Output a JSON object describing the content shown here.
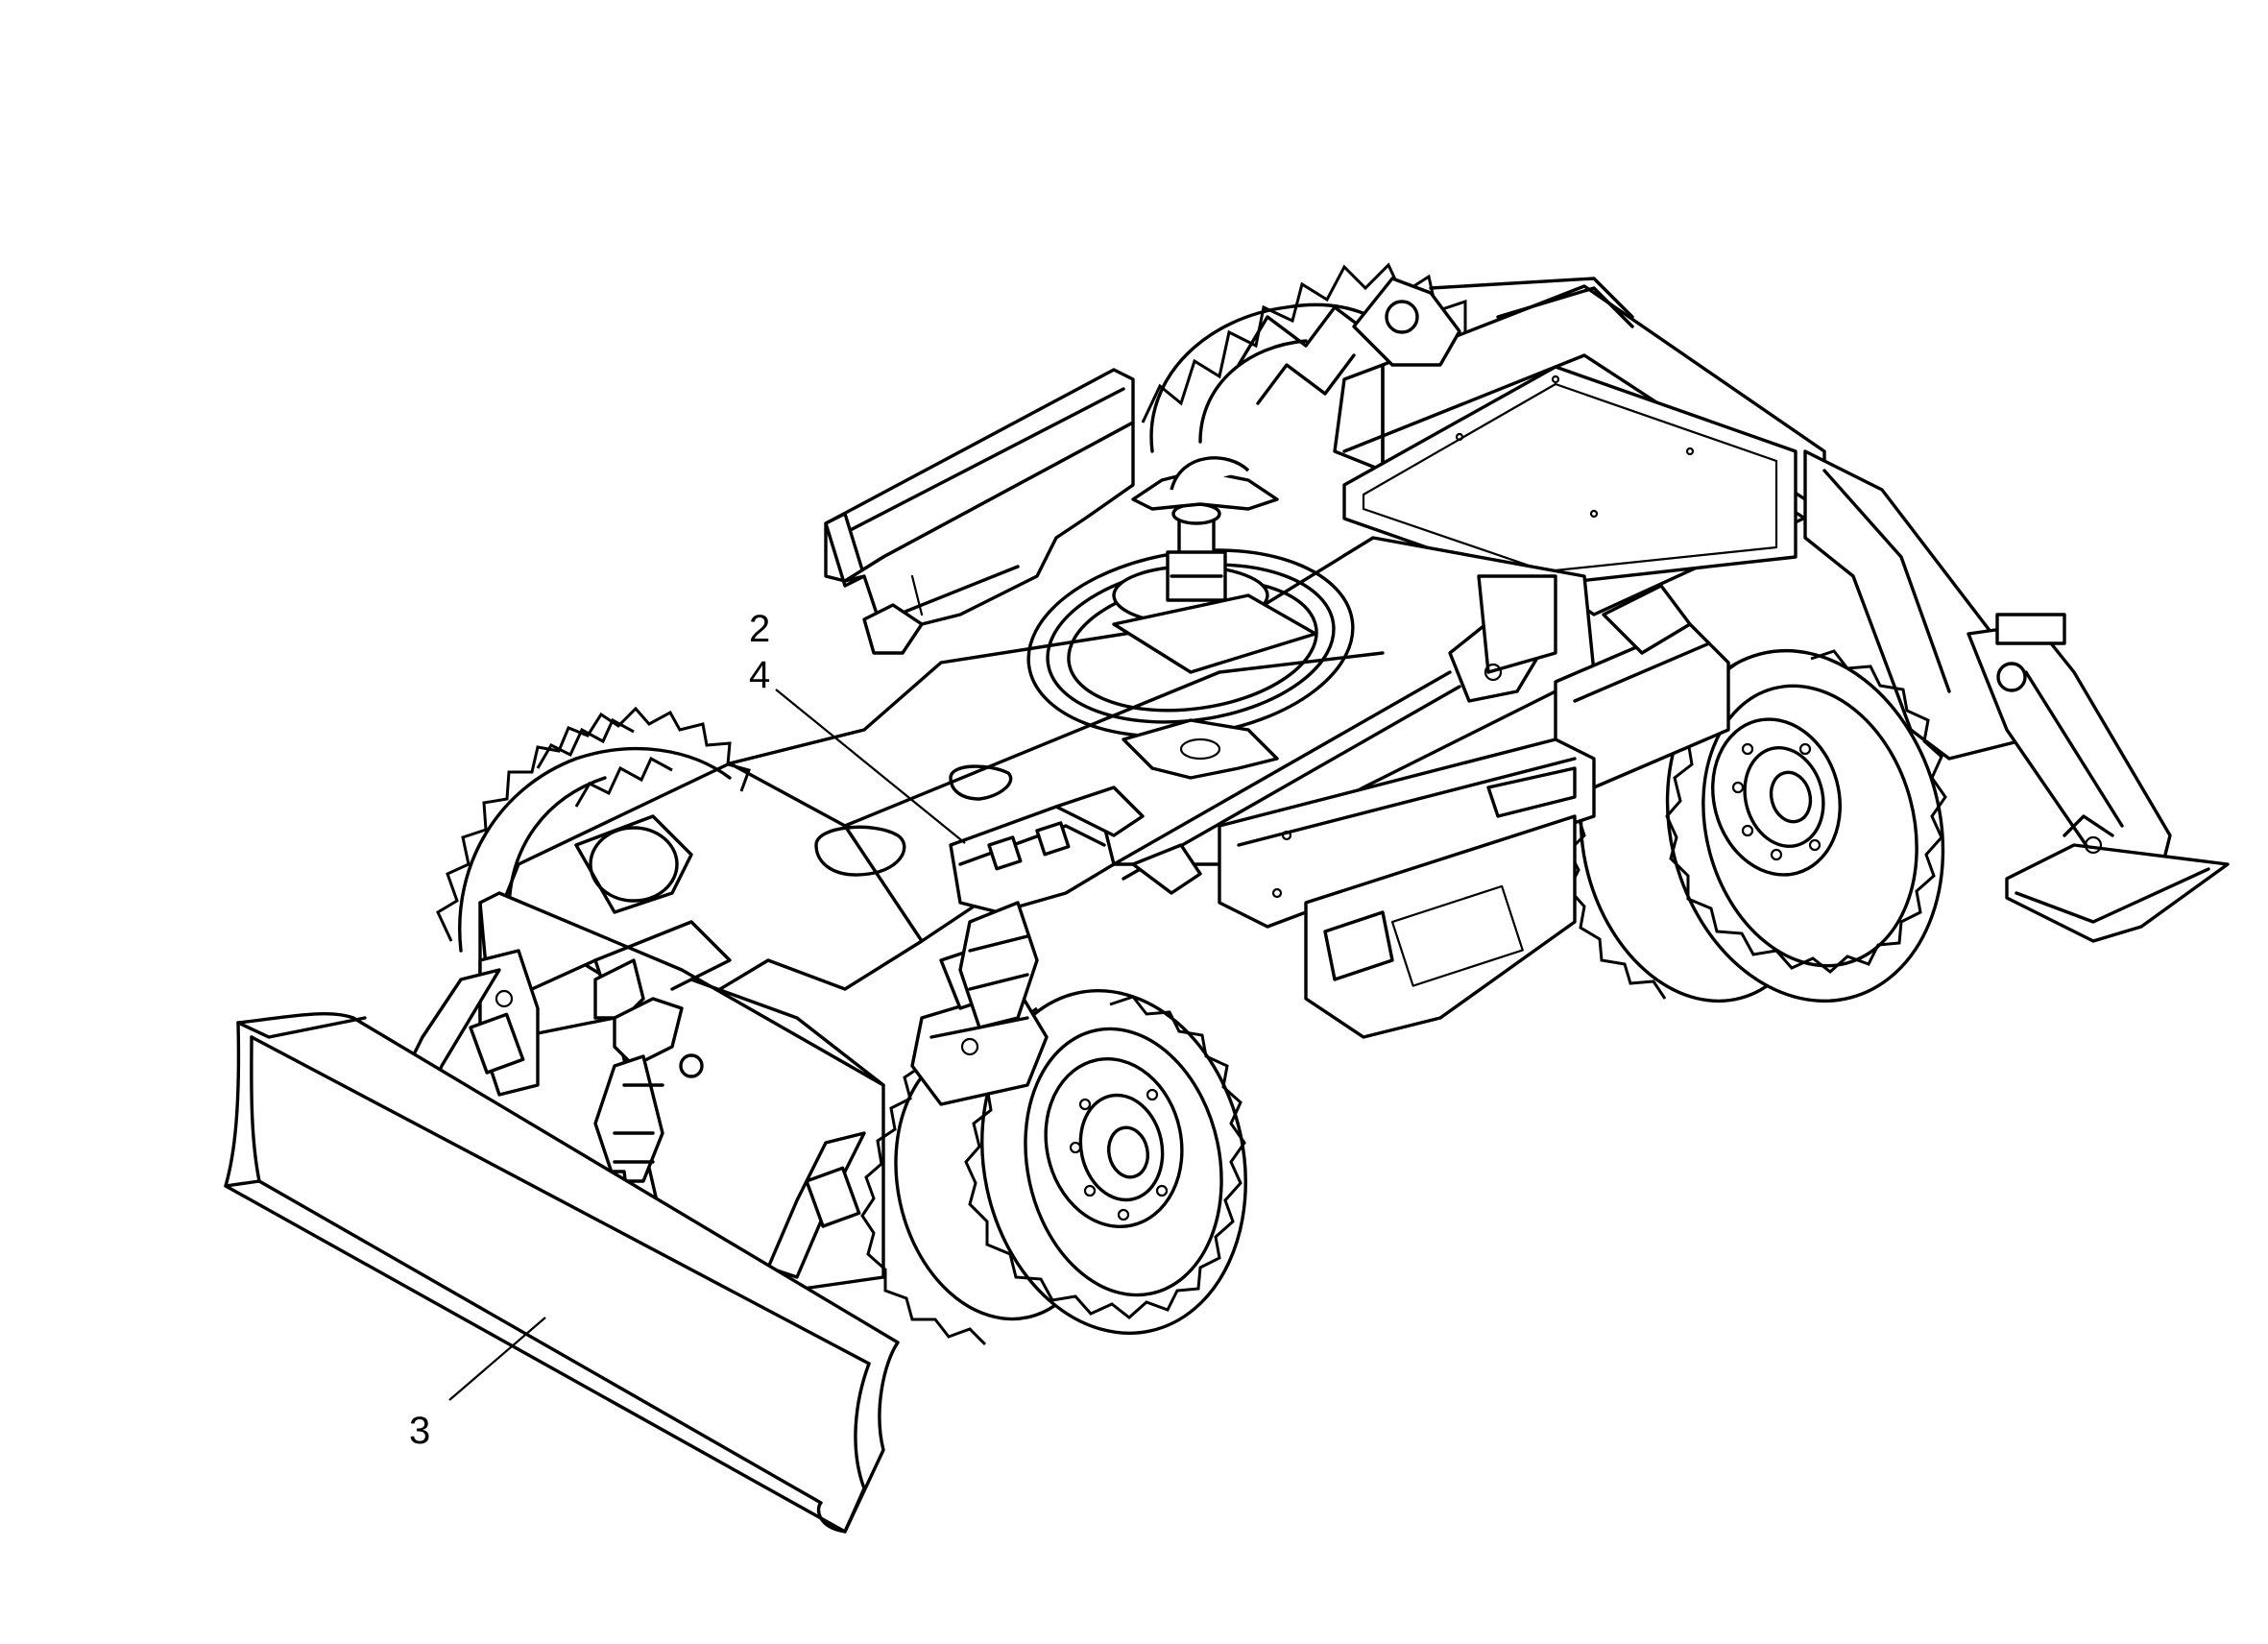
{
  "diagram": {
    "callouts": [
      {
        "id": "c2",
        "text": "2"
      },
      {
        "id": "c4",
        "text": "4"
      },
      {
        "id": "c3",
        "text": "3"
      }
    ]
  }
}
